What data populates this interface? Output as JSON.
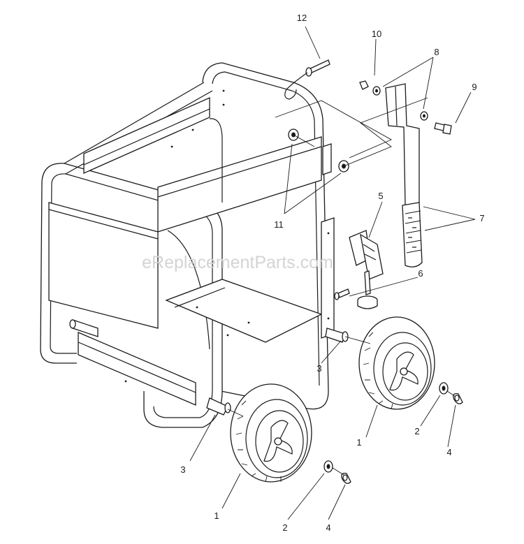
{
  "watermark": "eReplacementParts.com",
  "callouts": {
    "c1a": "1",
    "c1b": "1",
    "c2a": "2",
    "c2b": "2",
    "c3a": "3",
    "c3b": "3",
    "c4a": "4",
    "c4b": "4",
    "c5": "5",
    "c6": "6",
    "c7": "7",
    "c8": "8",
    "c9": "9",
    "c10": "10",
    "c11": "11",
    "c12": "12"
  }
}
